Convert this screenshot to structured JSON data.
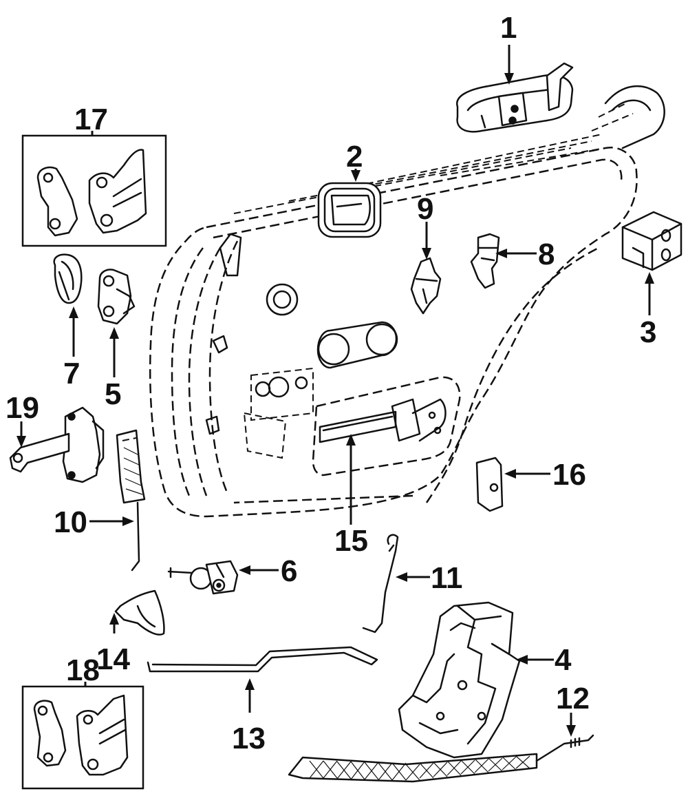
{
  "diagram": {
    "callouts": [
      {
        "id": "1",
        "label": "1"
      },
      {
        "id": "2",
        "label": "2"
      },
      {
        "id": "3",
        "label": "3"
      },
      {
        "id": "4",
        "label": "4"
      },
      {
        "id": "5",
        "label": "5"
      },
      {
        "id": "6",
        "label": "6"
      },
      {
        "id": "7",
        "label": "7"
      },
      {
        "id": "8",
        "label": "8"
      },
      {
        "id": "9",
        "label": "9"
      },
      {
        "id": "10",
        "label": "10"
      },
      {
        "id": "11",
        "label": "11"
      },
      {
        "id": "12",
        "label": "12"
      },
      {
        "id": "13",
        "label": "13"
      },
      {
        "id": "14",
        "label": "14"
      },
      {
        "id": "15",
        "label": "15"
      },
      {
        "id": "16",
        "label": "16"
      },
      {
        "id": "17",
        "label": "17"
      },
      {
        "id": "18",
        "label": "18"
      },
      {
        "id": "19",
        "label": "19"
      }
    ],
    "line_color": "#111111",
    "background": "#ffffff"
  }
}
